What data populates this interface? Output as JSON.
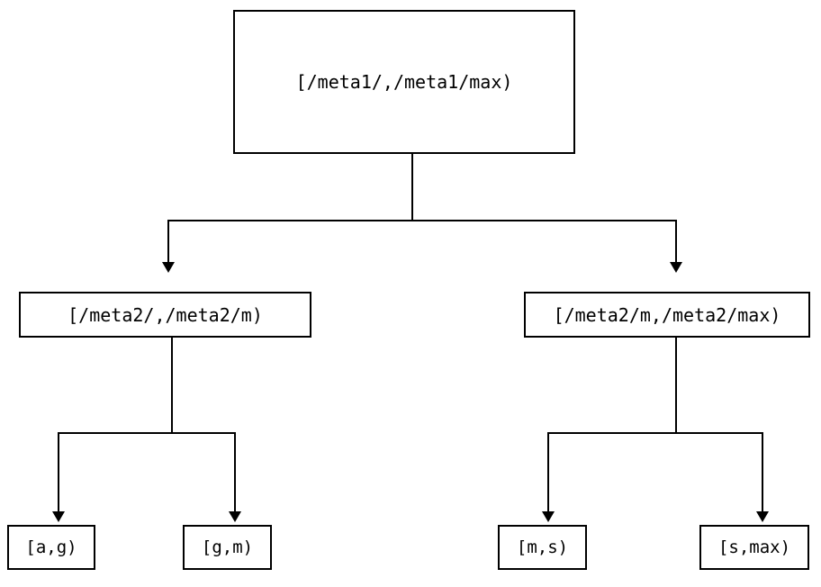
{
  "diagram": {
    "type": "tree",
    "orientation": "top-down",
    "background_color": "#ffffff",
    "line_color": "#000000",
    "border_color": "#000000",
    "nodes": {
      "root": {
        "label": "[/meta1/,/meta1/max)"
      },
      "level2": [
        {
          "label": "[/meta2/,/meta2/m)"
        },
        {
          "label": "[/meta2/m,/meta2/max)"
        }
      ],
      "leaves": [
        {
          "label": "[a,g)"
        },
        {
          "label": "[g,m)"
        },
        {
          "label": "[m,s)"
        },
        {
          "label": "[s,max)"
        }
      ]
    }
  }
}
